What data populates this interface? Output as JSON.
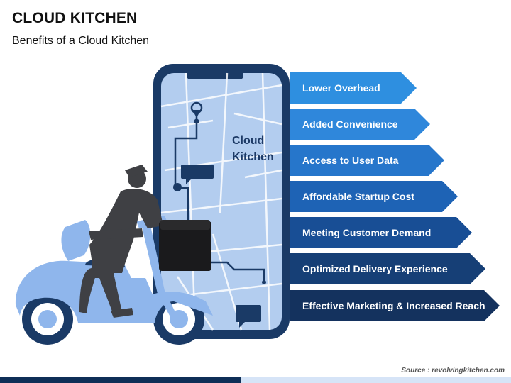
{
  "header": {
    "title": "CLOUD KITCHEN",
    "subtitle": "Benefits of a Cloud Kitchen"
  },
  "illustration": {
    "phone_label_line1": "Cloud",
    "phone_label_line2": "Kitchen",
    "icons": [
      "map-pin-icon",
      "chat-bubble-icon",
      "scooter-rider-icon",
      "delivery-box-icon"
    ]
  },
  "benefits": [
    {
      "label": "Lower Overhead",
      "color": "#2e8fe0"
    },
    {
      "label": "Added Convenience",
      "color": "#2f87db"
    },
    {
      "label": "Access to User Data",
      "color": "#2676cb"
    },
    {
      "label": "Affordable Startup Cost",
      "color": "#1e63b5"
    },
    {
      "label": "Meeting Customer Demand",
      "color": "#184e95"
    },
    {
      "label": "Optimized Delivery Experience",
      "color": "#163f76"
    },
    {
      "label": "Effective Marketing & Increased Reach",
      "color": "#14325e"
    }
  ],
  "source": "Source : revolvingkitchen.com",
  "colors": {
    "phone_frame": "#1a3a66",
    "map_bg": "#b3cdef",
    "scooter": "#8fb6ec",
    "rider": "#3f4044"
  }
}
